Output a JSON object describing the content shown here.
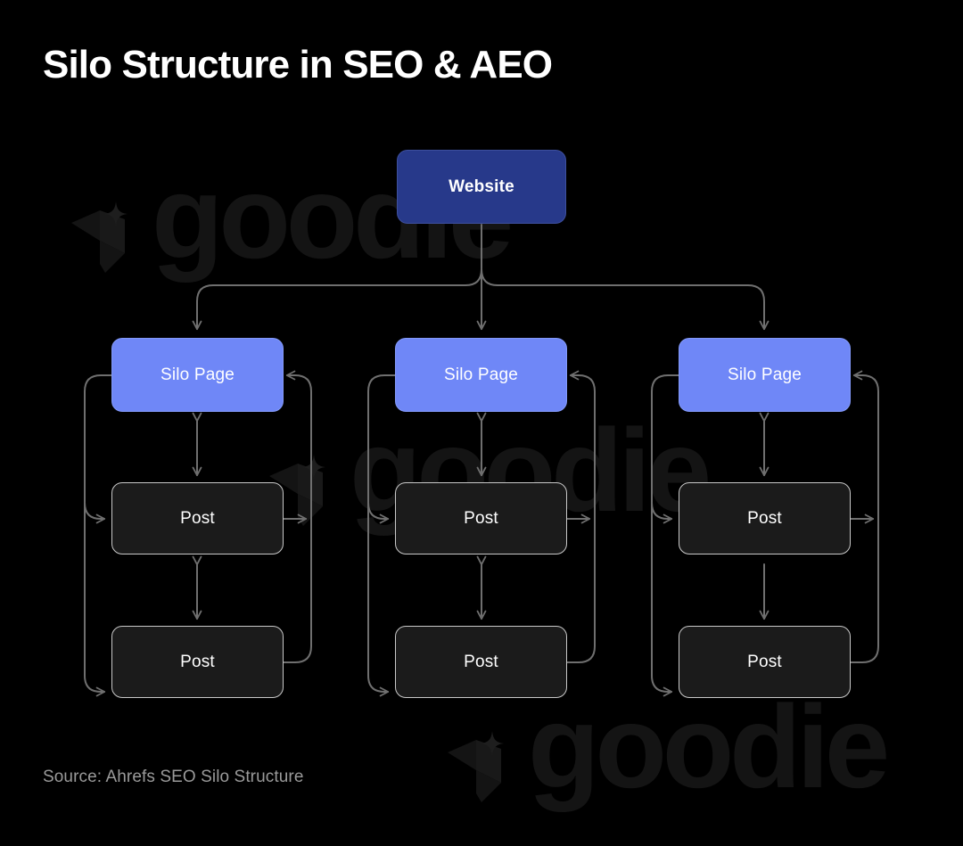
{
  "page": {
    "title": "Silo Structure in SEO & AEO",
    "source": "Source: Ahrefs SEO Silo Structure",
    "background_color": "#000000",
    "title_color": "#ffffff",
    "source_color": "#9a9a9a"
  },
  "watermarks": [
    {
      "text": "goodie",
      "icon": "goodie-sparkle-logo-icon"
    },
    {
      "text": "goodie",
      "icon": "goodie-sparkle-logo-icon"
    },
    {
      "text": "goodie",
      "icon": "goodie-sparkle-logo-icon"
    }
  ],
  "colors": {
    "root_node": "#27398a",
    "silo_node": "#6f87f7",
    "post_node": "#1b1b1b",
    "post_node_border": "#c9c9c9",
    "connector": "#6f6f6f",
    "watermark": "#141414"
  },
  "diagram": {
    "type": "hierarchy",
    "root": {
      "label": "Website"
    },
    "columns": [
      {
        "silo": {
          "label": "Silo Page"
        },
        "posts": [
          {
            "label": "Post"
          },
          {
            "label": "Post"
          }
        ],
        "post_to_post_arrow": "double"
      },
      {
        "silo": {
          "label": "Silo Page"
        },
        "posts": [
          {
            "label": "Post"
          },
          {
            "label": "Post"
          }
        ],
        "post_to_post_arrow": "double"
      },
      {
        "silo": {
          "label": "Silo Page"
        },
        "posts": [
          {
            "label": "Post"
          },
          {
            "label": "Post"
          }
        ],
        "post_to_post_arrow": "single"
      }
    ]
  }
}
